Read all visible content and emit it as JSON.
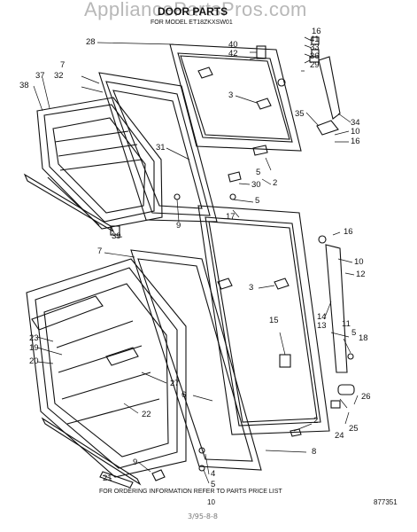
{
  "watermark": "AppliancePartsPros.com",
  "title": "DOOR PARTS",
  "subtitle": "FOR MODEL ET18ZKXSW01",
  "footer_note": "FOR ORDERING INFORMATION REFER TO PARTS PRICE LIST",
  "page_number": "10",
  "diagram_code": "877351",
  "handwritten_note": "3/95-8-8",
  "callouts": {
    "c16a": "16",
    "c41": "41",
    "c33": "33",
    "c36": "36",
    "c29": "29",
    "c40": "40",
    "c42": "42",
    "c28": "28",
    "c37": "37",
    "c38": "38",
    "c7a": "7",
    "c32": "32",
    "c3a": "3",
    "c35": "35",
    "c34": "34",
    "c10a": "10",
    "c16b": "16",
    "c31": "31",
    "c5a": "5",
    "c2a": "2",
    "c30": "30",
    "c9a": "9",
    "c5b": "5",
    "c17": "17",
    "c39": "39",
    "c7b": "7",
    "c16c": "16",
    "c10b": "10",
    "c12": "12",
    "c3b": "3",
    "c15": "15",
    "c14": "14",
    "c13": "13",
    "c11": "11",
    "c5c": "5",
    "c18": "18",
    "c23": "23",
    "c19": "19",
    "c20": "20",
    "c27": "27",
    "c6": "6",
    "c22": "22",
    "c26": "26",
    "c25": "25",
    "c24": "24",
    "c2b": "2",
    "c8": "8",
    "c9b": "9",
    "c21": "21",
    "c4": "4",
    "c5d": "5"
  }
}
